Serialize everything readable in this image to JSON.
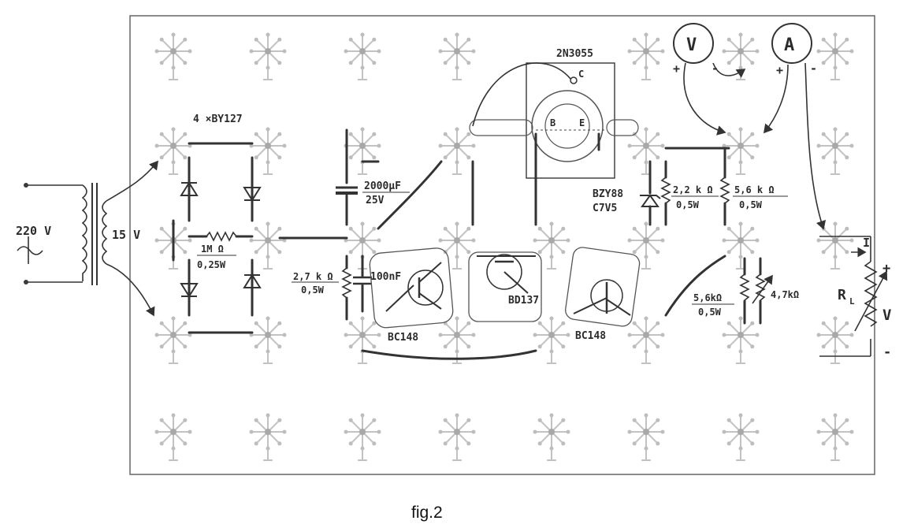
{
  "labels": {
    "transformer_primary": "220 V",
    "transformer_secondary": "15 V",
    "bridge_diodes": "4 ×BY127",
    "resistor_1m_value": "1M Ω",
    "resistor_1m_power": "0,25W",
    "electrolytic_value": "2000µF",
    "electrolytic_voltage": "25V",
    "resistor_27k_value": "2,7 k Ω",
    "resistor_27k_power": "0,5W",
    "capacitor_100n": "100nF",
    "power_transistor": "2N3055",
    "pin_c": "C",
    "pin_b": "B",
    "pin_e": "E",
    "transistor_bc148_a": "BC148",
    "transistor_bd137": "BD137",
    "transistor_bc148_b": "BC148",
    "zener_part": "BZY88",
    "zener_code": "C7V5",
    "resistor_22k_value": "2,2 k Ω",
    "resistor_22k_power": "0,5W",
    "resistor_56k_top_value": "5,6 k Ω",
    "resistor_56k_top_power": "0,5W",
    "resistor_56k_bottom_value": "5,6kΩ",
    "resistor_56k_bottom_power": "0,5W",
    "pot_47k": "4,7kΩ",
    "voltmeter": "V",
    "ammeter": "A",
    "plus": "+",
    "minus": "-",
    "load_resistor": "R",
    "load_subscript": "L",
    "current_label": "I",
    "output_voltage": "V",
    "figure_caption": "fig.2"
  }
}
